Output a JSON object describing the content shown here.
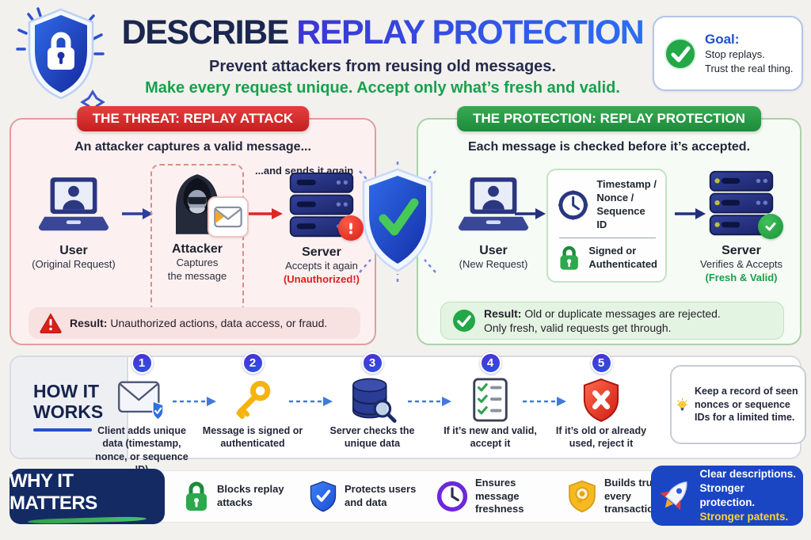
{
  "header": {
    "title_part1": "DESCRIBE",
    "title_part2": " REPLAY PROTECTION",
    "subtitle1": "Prevent attackers from reusing old messages.",
    "subtitle2": "Make every request unique. Accept only what’s fresh and valid.",
    "goal": {
      "label": "Goal:",
      "line1": "Stop replays.",
      "line2": "Trust the real thing."
    }
  },
  "threat": {
    "badge": "THE THREAT: REPLAY ATTACK",
    "subtitle": "An attacker captures a valid message...",
    "resend_note": "...and sends it again",
    "user": {
      "title": "User",
      "subtitle": "(Original Request)"
    },
    "attacker": {
      "title": "Attacker",
      "line1": "Captures",
      "line2": "the message"
    },
    "server": {
      "title": "Server",
      "line1": "Accepts it again",
      "line2": "(Unauthorized!)"
    },
    "result_label": "Result:",
    "result_text": " Unauthorized actions, data access, or fraud."
  },
  "protection": {
    "badge": "THE PROTECTION: REPLAY PROTECTION",
    "subtitle": "Each message is checked before it’s accepted.",
    "user": {
      "title": "User",
      "subtitle": "(New Request)"
    },
    "checks": {
      "line1": "Timestamp /",
      "line2": "Nonce /",
      "line3": "Sequence ID",
      "auth1": "Signed or",
      "auth2": "Authenticated"
    },
    "server": {
      "title": "Server",
      "line1": "Verifies & Accepts",
      "line2": "(Fresh & Valid)"
    },
    "result_label": "Result:",
    "result_line1": " Old or duplicate messages are rejected.",
    "result_line2": "Only fresh, valid requests get through."
  },
  "how_it_works": {
    "label_line1": "HOW IT",
    "label_line2": "WORKS",
    "steps": [
      {
        "num": "1",
        "icon": "envelope-shield-icon",
        "caption": "Client adds unique data (timestamp, nonce, or sequence ID)"
      },
      {
        "num": "2",
        "icon": "key-icon",
        "caption": "Message is signed or authenticated"
      },
      {
        "num": "3",
        "icon": "database-search-icon",
        "caption": "Server checks the unique data"
      },
      {
        "num": "4",
        "icon": "checklist-icon",
        "caption": "If it’s new and valid, accept it"
      },
      {
        "num": "5",
        "icon": "shield-x-icon",
        "caption": "If it’s old or already used, reject it"
      }
    ],
    "tip": "Keep a record of seen nonces or sequence IDs for a limited time."
  },
  "why_it_matters": {
    "label": "WHY IT MATTERS",
    "items": [
      {
        "icon": "lock-icon",
        "text": "Blocks replay attacks"
      },
      {
        "icon": "shield-check-icon",
        "text": "Protects users and data"
      },
      {
        "icon": "clock-icon",
        "text": "Ensures message freshness"
      },
      {
        "icon": "medal-shield-icon",
        "text": "Builds trust in every transaction"
      }
    ],
    "callout": {
      "line1": "Clear descriptions.",
      "line2": "Stronger protection.",
      "line3": "Stronger patents."
    }
  },
  "colors": {
    "navy": "#1b2750",
    "title_blue_start": "#3c34d2",
    "title_blue_end": "#2b6ef5",
    "green": "#17a14d",
    "red": "#d92b2b",
    "threat_bg": "#fcf1f0",
    "threat_border": "#e39c9c",
    "protect_bg": "#f6fbf5",
    "protect_border": "#a9d3a9",
    "why_navy": "#132a63",
    "callout_blue": "#1a46c4",
    "callout_yellow": "#ffd335"
  }
}
